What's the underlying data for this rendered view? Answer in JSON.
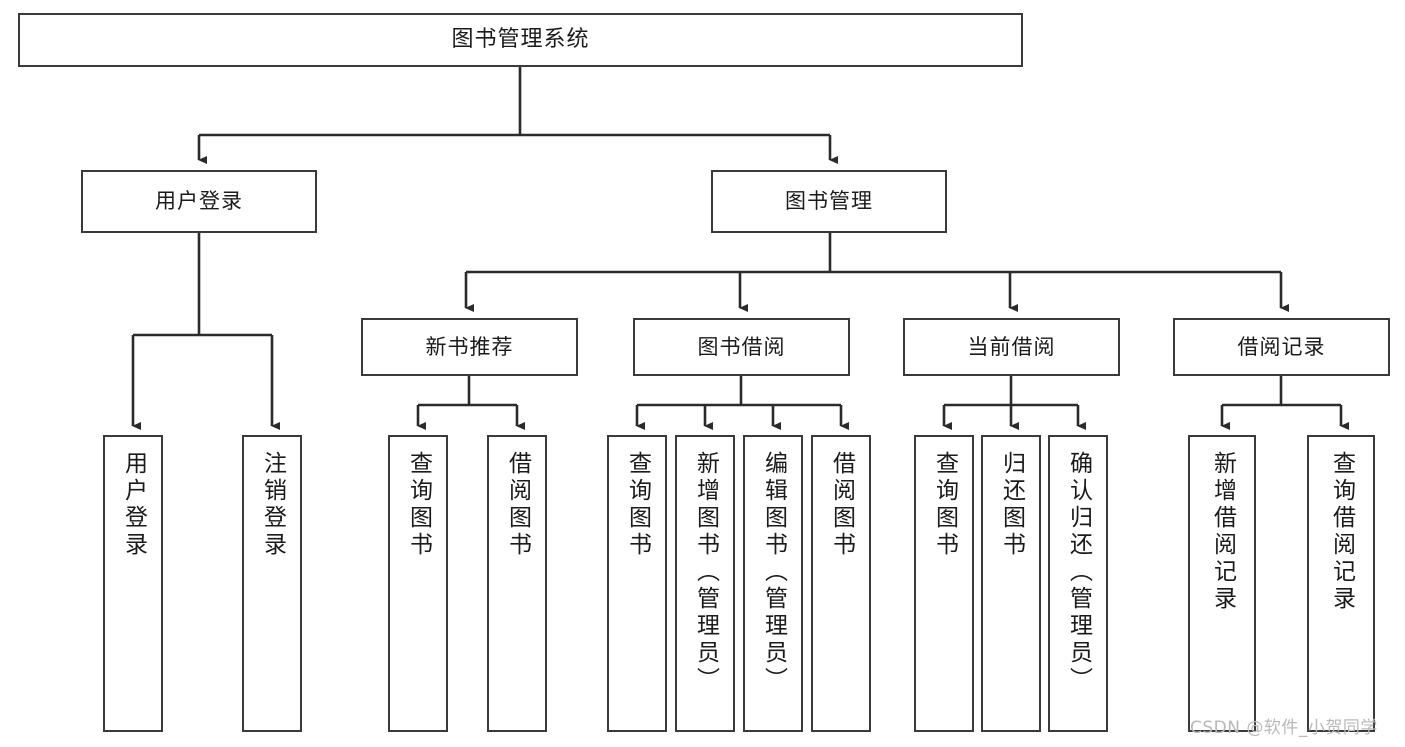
{
  "diagram": {
    "type": "tree",
    "title": "图书管理系统",
    "orientation": "top-down",
    "colors": {
      "box_border": "#3a3a3a",
      "box_fill": "#ffffff",
      "edge": "#2b2b2b",
      "text": "#1b1b1b",
      "watermark": "#b9b9b9"
    },
    "nodes": {
      "root": {
        "label": "图书管理系统"
      },
      "l1": [
        {
          "id": "user_login",
          "label": "用户登录"
        },
        {
          "id": "book_mgmt",
          "label": "图书管理"
        }
      ],
      "l2": [
        {
          "id": "new_book_rec",
          "label": "新书推荐"
        },
        {
          "id": "book_borrow",
          "label": "图书借阅"
        },
        {
          "id": "current_borrow",
          "label": "当前借阅"
        },
        {
          "id": "borrow_record",
          "label": "借阅记录"
        }
      ],
      "leaves_user_login": [
        {
          "id": "leaf_user_login",
          "label": "用户登录"
        },
        {
          "id": "leaf_user_logout",
          "label": "注销登录"
        }
      ],
      "leaves_new_book_rec": [
        {
          "id": "leaf_query_book_1",
          "label": "查询图书"
        },
        {
          "id": "leaf_borrow_book_1",
          "label": "借阅图书"
        }
      ],
      "leaves_book_borrow": [
        {
          "id": "leaf_query_book_2",
          "label": "查询图书"
        },
        {
          "id": "leaf_add_book",
          "label": "新增图书（管理员）"
        },
        {
          "id": "leaf_edit_book",
          "label": "编辑图书（管理员）"
        },
        {
          "id": "leaf_borrow_book_2",
          "label": "借阅图书"
        }
      ],
      "leaves_current_borrow": [
        {
          "id": "leaf_query_book_3",
          "label": "查询图书"
        },
        {
          "id": "leaf_return_book",
          "label": "归还图书"
        },
        {
          "id": "leaf_confirm_return",
          "label": "确认归还（管理员）"
        }
      ],
      "leaves_borrow_record": [
        {
          "id": "leaf_add_record",
          "label": "新增借阅记录"
        },
        {
          "id": "leaf_query_record",
          "label": "查询借阅记录"
        }
      ]
    },
    "edges": [
      {
        "from": "root",
        "to": "user_login"
      },
      {
        "from": "root",
        "to": "book_mgmt"
      },
      {
        "from": "user_login",
        "to": "leaf_user_login"
      },
      {
        "from": "user_login",
        "to": "leaf_user_logout"
      },
      {
        "from": "book_mgmt",
        "to": "new_book_rec"
      },
      {
        "from": "book_mgmt",
        "to": "book_borrow"
      },
      {
        "from": "book_mgmt",
        "to": "current_borrow"
      },
      {
        "from": "book_mgmt",
        "to": "borrow_record"
      },
      {
        "from": "new_book_rec",
        "to": "leaf_query_book_1"
      },
      {
        "from": "new_book_rec",
        "to": "leaf_borrow_book_1"
      },
      {
        "from": "book_borrow",
        "to": "leaf_query_book_2"
      },
      {
        "from": "book_borrow",
        "to": "leaf_add_book"
      },
      {
        "from": "book_borrow",
        "to": "leaf_edit_book"
      },
      {
        "from": "book_borrow",
        "to": "leaf_borrow_book_2"
      },
      {
        "from": "current_borrow",
        "to": "leaf_query_book_3"
      },
      {
        "from": "current_borrow",
        "to": "leaf_return_book"
      },
      {
        "from": "current_borrow",
        "to": "leaf_confirm_return"
      },
      {
        "from": "borrow_record",
        "to": "leaf_add_record"
      },
      {
        "from": "borrow_record",
        "to": "leaf_query_record"
      }
    ]
  },
  "watermark": {
    "text": "CSDN @软件_小贺同学"
  }
}
